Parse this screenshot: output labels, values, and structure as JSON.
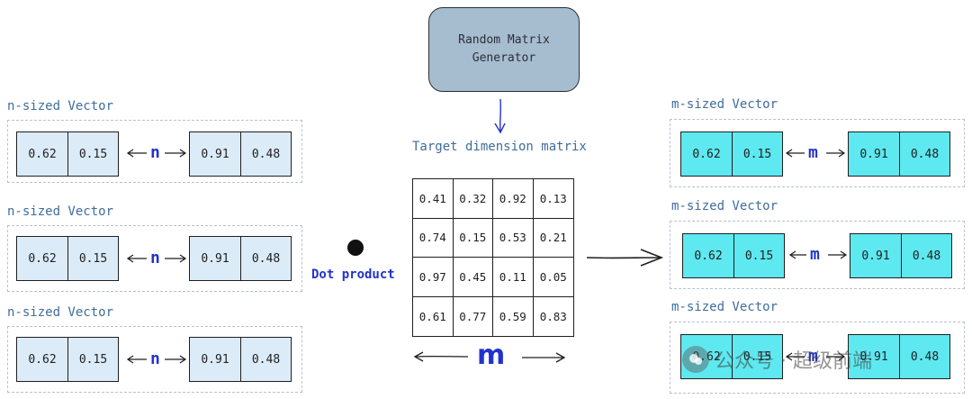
{
  "left_vectors": [
    {
      "label": "n-sized Vector",
      "left": [
        "0.62",
        "0.15"
      ],
      "symbol": "n",
      "right": [
        "0.91",
        "0.48"
      ]
    },
    {
      "label": "n-sized Vector",
      "left": [
        "0.62",
        "0.15"
      ],
      "symbol": "n",
      "right": [
        "0.91",
        "0.48"
      ]
    },
    {
      "label": "n-sized Vector",
      "left": [
        "0.62",
        "0.15"
      ],
      "symbol": "n",
      "right": [
        "0.91",
        "0.48"
      ]
    }
  ],
  "right_vectors": [
    {
      "label": "m-sized Vector",
      "left": [
        "0.62",
        "0.15"
      ],
      "symbol": "m",
      "right": [
        "0.91",
        "0.48"
      ]
    },
    {
      "label": "m-sized Vector",
      "left": [
        "0.62",
        "0.15"
      ],
      "symbol": "m",
      "right": [
        "0.91",
        "0.48"
      ]
    },
    {
      "label": "m-sized Vector",
      "left": [
        "0.62",
        "0.15"
      ],
      "symbol": "m",
      "right": [
        "0.91",
        "0.48"
      ]
    }
  ],
  "generator": {
    "line1": "Random Matrix",
    "line2": "Generator"
  },
  "matrix_title": "Target dimension matrix",
  "matrix": [
    [
      "0.41",
      "0.32",
      "0.92",
      "0.13"
    ],
    [
      "0.74",
      "0.15",
      "0.53",
      "0.21"
    ],
    [
      "0.97",
      "0.45",
      "0.11",
      "0.05"
    ],
    [
      "0.61",
      "0.77",
      "0.59",
      "0.83"
    ]
  ],
  "dot_product_label": "Dot product",
  "matrix_width_symbol": "m",
  "watermark": "公众号 · 超级前端",
  "colors": {
    "light_cell": "#dcebf8",
    "cyan_cell": "#5ee8f0",
    "symbol": "#2233cc",
    "label": "#3f6d9c",
    "generator": "#a6bccf"
  }
}
